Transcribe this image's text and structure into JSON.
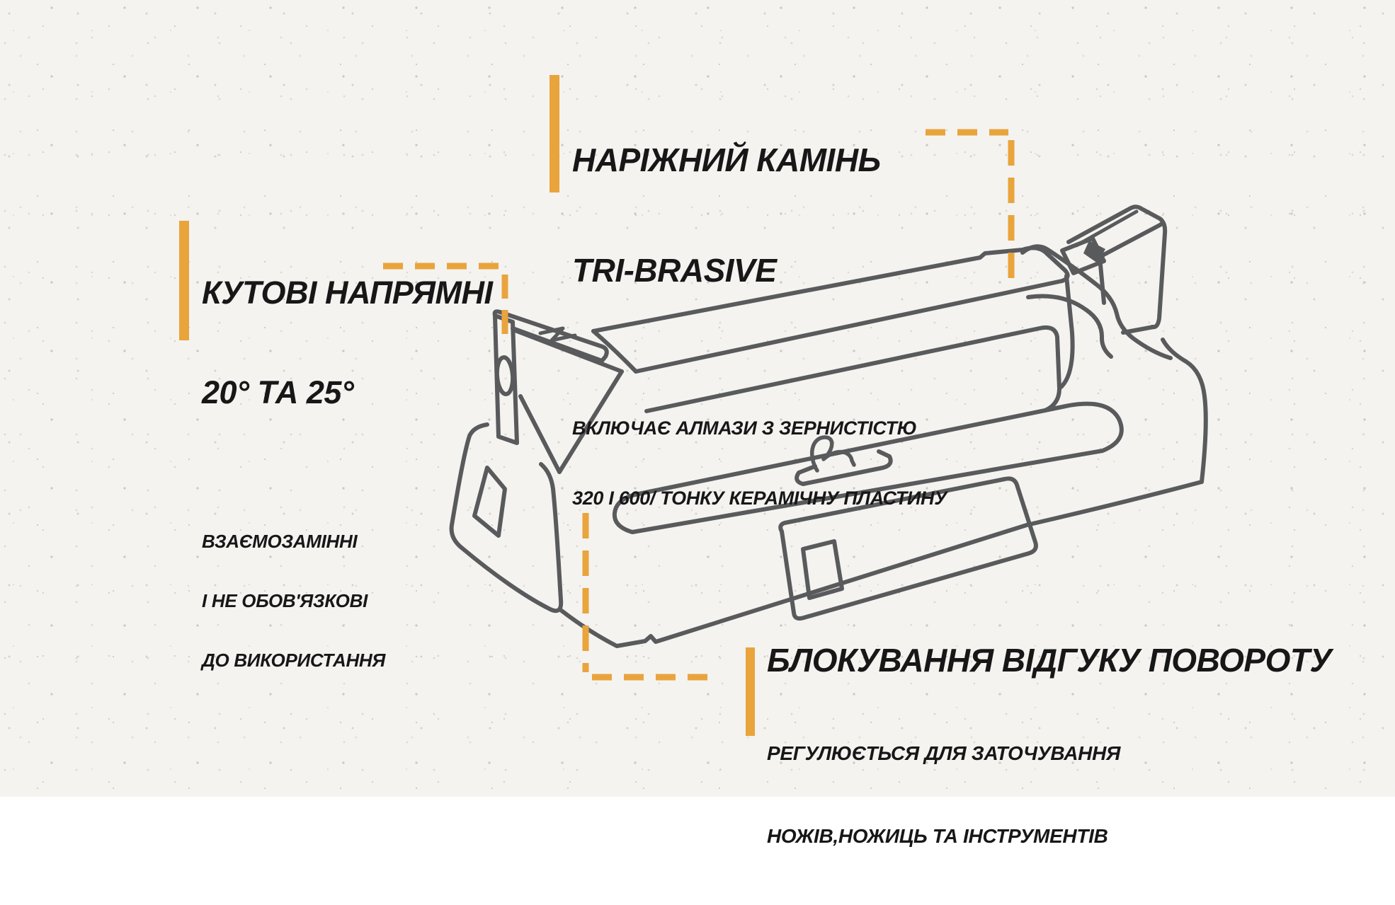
{
  "callouts": {
    "corner_stone": {
      "title_line1": "НАРІЖНИЙ КАМІНЬ",
      "title_line2": "TRI-BRASIVE",
      "desc_line1": "ВКЛЮЧАЄ АЛМАЗИ З ЗЕРНИСТІСТЮ",
      "desc_line2": "320 І 600/ ТОНКУ КЕРАМІЧНУ ПЛАСТИНУ"
    },
    "angle_guides": {
      "title_line1": "КУТОВІ НАПРЯМНІ",
      "title_line2": "20° ТА 25°",
      "desc_line1": "ВЗАЄМОЗАМІННІ",
      "desc_line2": "І НЕ ОБОВ'ЯЗКОВІ",
      "desc_line3": "ДО ВИКОРИСТАННЯ"
    },
    "rotation_lock": {
      "title": "БЛОКУВАННЯ ВІДГУКУ ПОВОРОТУ",
      "desc_line1": "РЕГУЛЮЄТЬСЯ ДЛЯ ЗАТОЧУВАННЯ",
      "desc_line2": "НОЖІВ,НОЖИЦЬ ТА ІНСТРУМЕНТІВ"
    }
  },
  "illustration": {
    "subject": "benchtop-knife-sharpener-line-drawing"
  },
  "colors": {
    "accent_orange": "#E9A43C",
    "line_ink": "#595A5C",
    "text_ink": "#171717",
    "paper": "#F4F3F0"
  }
}
